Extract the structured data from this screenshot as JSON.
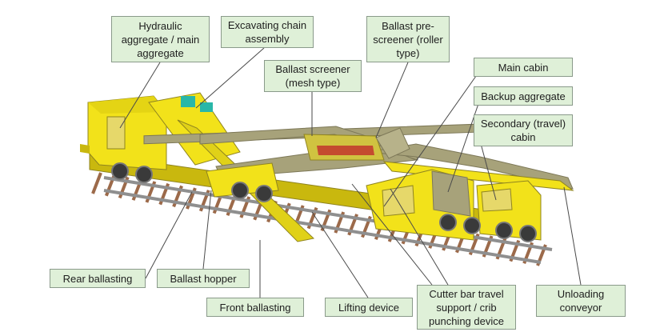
{
  "labels": {
    "hydraulic_aggregate": "Hydraulic\naggregate / main\naggregate",
    "excavating_chain": "Excavating chain\nassembly",
    "ballast_prescreener": "Ballast pre-\nscreener (roller\ntype)",
    "main_cabin": "Main cabin",
    "ballast_screener": "Ballast screener\n(mesh type)",
    "backup_aggregate": "Backup aggregate",
    "secondary_cabin": "Secondary (travel)\ncabin",
    "rear_ballasting": "Rear ballasting",
    "ballast_hopper": "Ballast hopper",
    "front_ballasting": "Front ballasting",
    "lifting_device": "Lifting device",
    "cutter_bar": "Cutter bar travel\nsupport / crib\npunching device",
    "unloading_conveyor": "Unloading\nconveyor"
  },
  "colors": {
    "machine_yellow": "#f2e21a",
    "machine_shadow": "#c9b80e",
    "conveyor_olive": "#a7a27a",
    "conveyor_dark": "#7d7858",
    "rail": "#8f8f8f",
    "sleeper": "#9c6a4a",
    "callout_fill": "#dff0d8",
    "callout_border": "#8a9a8a",
    "cyan_motor": "#29b7a8"
  }
}
